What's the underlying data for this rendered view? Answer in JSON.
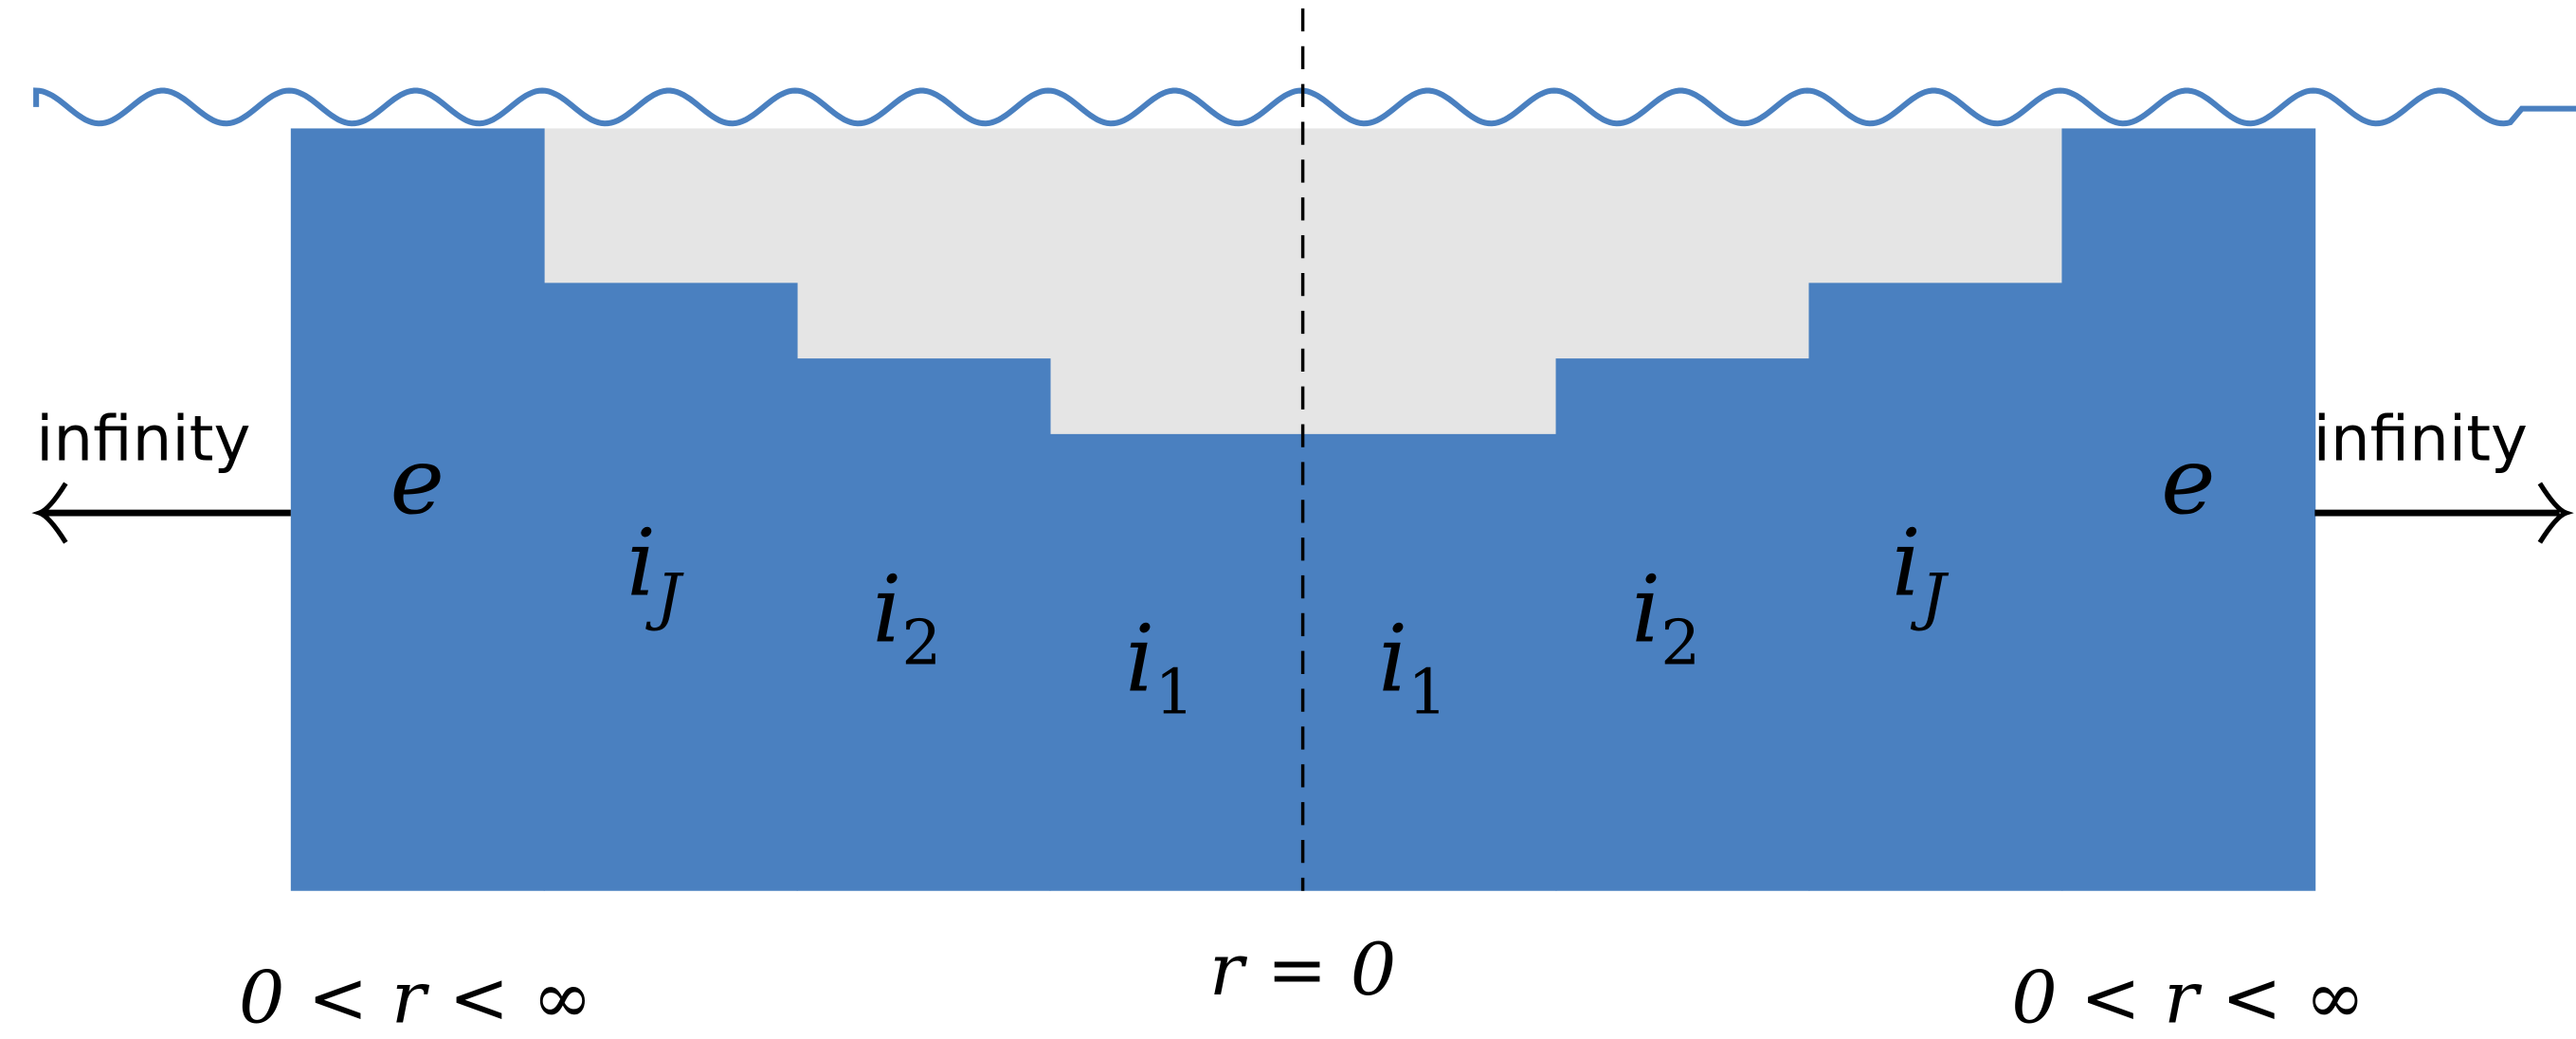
{
  "colors": {
    "region": "#4a80c0",
    "gap": "#e5e5e5",
    "wave": "#4a80c0",
    "axis": "#000000"
  },
  "regions": [
    {
      "name": "e",
      "sub": ""
    },
    {
      "name": "i",
      "sub": "J"
    },
    {
      "name": "i",
      "sub": "2"
    },
    {
      "name": "i",
      "sub": "1"
    },
    {
      "name": "i",
      "sub": "1"
    },
    {
      "name": "i",
      "sub": "2"
    },
    {
      "name": "i",
      "sub": "J"
    },
    {
      "name": "e",
      "sub": ""
    }
  ],
  "labels": {
    "infinity_left": "infinity",
    "infinity_right": "infinity",
    "left_range": "0 < r < ∞",
    "center": "r = 0",
    "right_range": "0 < r < ∞"
  }
}
